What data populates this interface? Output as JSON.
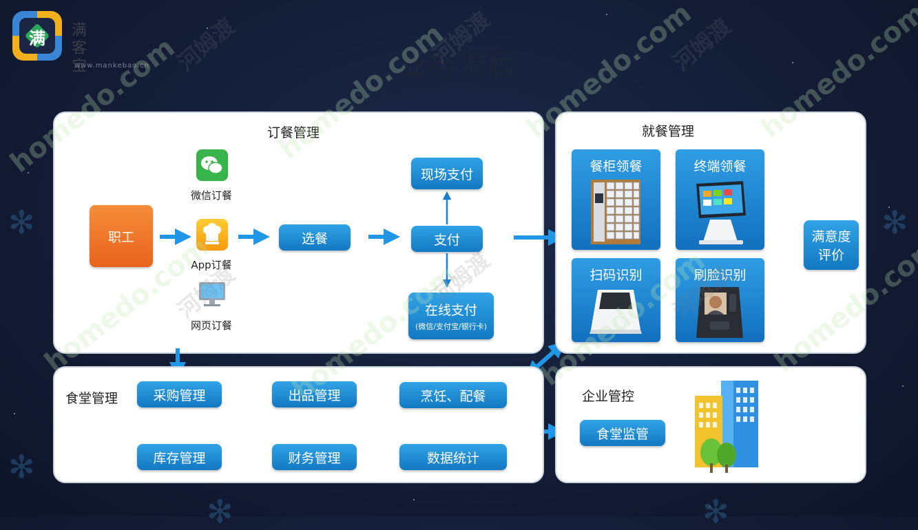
{
  "brand": {
    "logo_char": "满",
    "name": "满客宝",
    "url": "www.mankebao.cn"
  },
  "page_title": "业务流程",
  "ordering": {
    "title": "订餐管理",
    "employee": "职工",
    "channels": [
      "微信订餐",
      "App订餐",
      "网页订餐"
    ],
    "select_meal": "选餐",
    "pay": "支付",
    "onsite_pay": "现场支付",
    "online_pay": "在线支付",
    "online_pay_sub": "(微信/支付宝/银行卡)"
  },
  "dining": {
    "title": "就餐管理",
    "tiles": [
      "餐柜领餐",
      "终端领餐",
      "扫码识别",
      "刷脸识别"
    ],
    "rating_line1": "满意度",
    "rating_line2": "评价"
  },
  "canteen": {
    "title": "食堂管理",
    "row1": [
      "采购管理",
      "出品管理",
      "烹饪、配餐"
    ],
    "row2": [
      "库存管理",
      "财务管理",
      "数据统计"
    ]
  },
  "enterprise": {
    "title": "企业管控",
    "monitor": "食堂监管"
  },
  "icons": [
    "wechat-icon",
    "app-chef-icon",
    "computer-icon",
    "cabinet-icon",
    "pos-terminal-icon",
    "scanner-icon",
    "face-terminal-icon",
    "building-icon"
  ],
  "colors": {
    "button_blue": "#1a86d0",
    "employee_orange": "#ec6f22",
    "arrow_blue": "#2196e6"
  }
}
